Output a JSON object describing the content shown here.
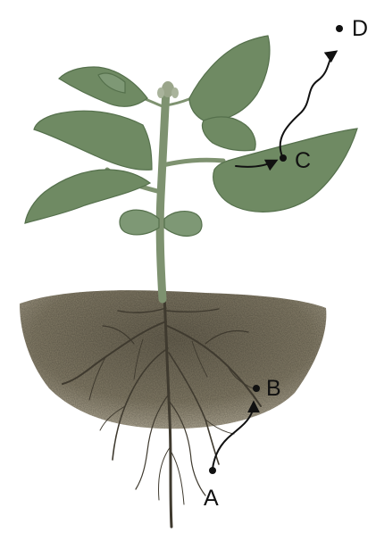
{
  "figure": {
    "points": {
      "a": "A",
      "b": "B",
      "c": "C",
      "d": "D"
    },
    "colors": {
      "leaf": "#6f8a63",
      "leaf_dark": "#55704c",
      "stem": "#7e9270",
      "soil": "#857d68",
      "root": "#3f3a2f",
      "ink": "#111111",
      "background": "#ffffff"
    }
  }
}
